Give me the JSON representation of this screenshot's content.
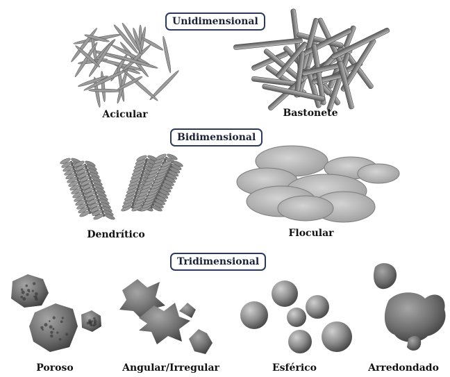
{
  "sections": [
    {
      "title": "Unidimensional",
      "items": [
        {
          "label": "Acicular",
          "shape": "needles"
        },
        {
          "label": "Bastonete",
          "shape": "rods"
        }
      ]
    },
    {
      "title": "Bidimensional",
      "items": [
        {
          "label": "Dendrítico",
          "shape": "dendrites"
        },
        {
          "label": "Flocular",
          "shape": "flakes"
        }
      ]
    },
    {
      "title": "Tridimensional",
      "items": [
        {
          "label": "Poroso",
          "shape": "porous-particles"
        },
        {
          "label": "Angular/Irregular",
          "shape": "angular-particles"
        },
        {
          "label": "Esférico",
          "shape": "spheres"
        },
        {
          "label": "Arredondado",
          "shape": "rounded-particles"
        }
      ]
    }
  ],
  "colors": {
    "badge_border": "#2b3a5c",
    "particle_base": "#8a8a8a"
  }
}
